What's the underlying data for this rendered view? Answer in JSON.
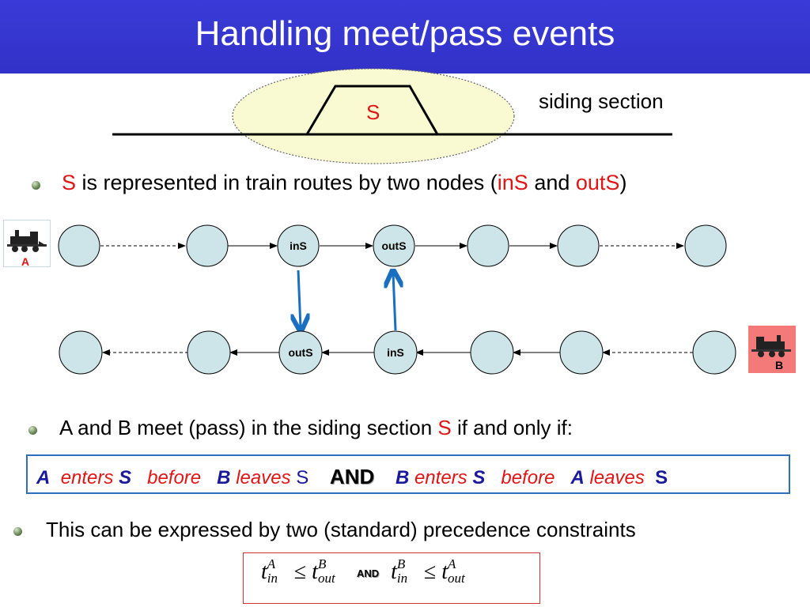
{
  "title": "Handling meet/pass events",
  "siding": {
    "section_label": "siding section",
    "s_label": "S"
  },
  "bullet1": {
    "s": "S",
    "text": " is represented in train routes by two nodes (",
    "ins": "inS",
    "and": " and ",
    "outs": "outS",
    "close": ")"
  },
  "diagram": {
    "train_a_label": "A",
    "train_b_label": "B",
    "route_a_nodes": [
      "",
      "",
      "inS",
      "outS",
      "",
      "",
      ""
    ],
    "route_b_nodes": [
      "",
      "",
      "outS",
      "inS",
      "",
      "",
      ""
    ],
    "colors": {
      "node_fill": "#cde5e8",
      "arrow_blue": "#1a6fc0",
      "train_b_bg": "#f47a7a"
    }
  },
  "bullet2": {
    "text": "A and B meet (pass)  in the siding section ",
    "s": "S",
    "rest": " if and only if:"
  },
  "condition": {
    "a1": "A",
    "enters1": "enters",
    "s1": "S",
    "before1": "before",
    "b1": "B",
    "leaves1": "leaves",
    "s2": "S",
    "and": "AND",
    "b2": "B",
    "enters2": "enters",
    "s3": "S",
    "before2": "before",
    "a2": "A",
    "leaves2": "leaves",
    "s4": "S"
  },
  "bullet3": {
    "text": "This can be expressed by two (standard) precedence constraints"
  },
  "formula": {
    "t": "t",
    "in": "in",
    "out": "out",
    "A": "A",
    "B": "B",
    "leq": "≤",
    "and": "AND"
  }
}
